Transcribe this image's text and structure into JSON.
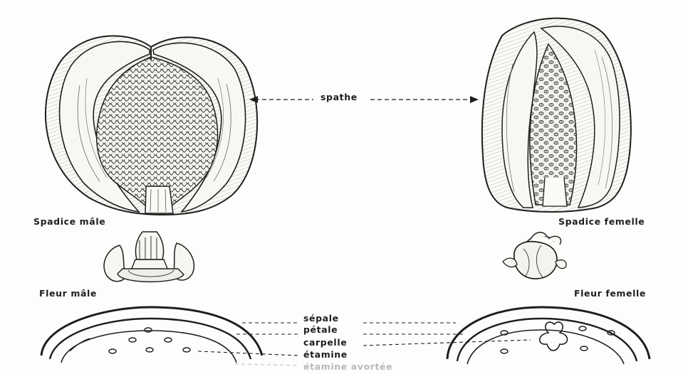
{
  "labels": {
    "spathe": "spathe",
    "spadice_male": "Spadice mâle",
    "spadice_femelle": "Spadice femelle",
    "fleur_male": "Fleur mâle",
    "fleur_femelle": "Fleur femelle",
    "sepale": "sépale",
    "petale": "pétale",
    "carpelle": "carpelle",
    "etamine": "étamine",
    "etamine_avortee": "étamine avortée"
  },
  "colors": {
    "ink": "#1e1e1e",
    "paper": "#fdfdfb",
    "faded_text": "#b9b9b9"
  }
}
